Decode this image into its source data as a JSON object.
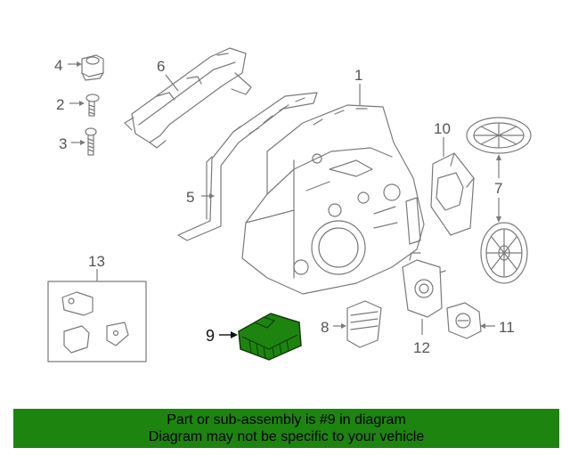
{
  "callouts": {
    "c1": "1",
    "c2": "2",
    "c3": "3",
    "c4": "4",
    "c5": "5",
    "c6": "6",
    "c7": "7",
    "c8": "8",
    "c9": "9",
    "c10": "10",
    "c11": "11",
    "c12": "12",
    "c13": "13"
  },
  "highlighted_part": "9",
  "colors": {
    "highlight": "#1d8410",
    "banner_bg": "#1d8410",
    "line": "#7a7a7a"
  },
  "banner": {
    "line1": "Part or sub-assembly is #9 in diagram",
    "line2": "Diagram may not be specific to your vehicle"
  }
}
